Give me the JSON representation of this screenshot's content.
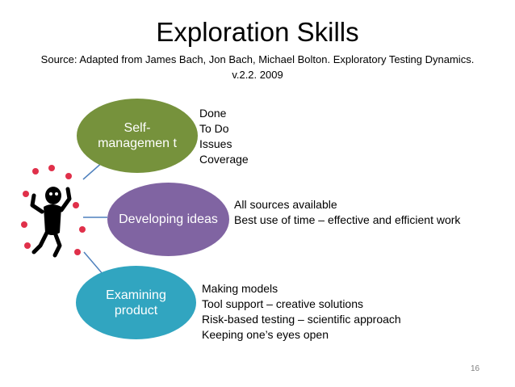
{
  "title": "Exploration Skills",
  "source": "Source: Adapted from James Bach, Jon Bach, Michael Bolton. Exploratory Testing Dynamics. v.2.2. 2009",
  "skills": [
    {
      "label": "Self-managemen t",
      "color": "#76923c",
      "notes": [
        "Done",
        "To Do",
        "Issues",
        "Coverage"
      ]
    },
    {
      "label": "Developing ideas",
      "color": "#8064a2",
      "notes": [
        "All sources available",
        "Best use of time – effective and efficient work"
      ]
    },
    {
      "label": "Examining product",
      "color": "#31a5c0",
      "notes": [
        "Making models",
        "Tool support – creative solutions",
        "Risk-based testing – scientific approach",
        "Keeping one’s eyes open"
      ]
    }
  ],
  "page_number": "16",
  "icons": {
    "juggler": "juggler-figure-icon"
  },
  "colors": {
    "connector": "#4f81bd",
    "ball": "#e0304a"
  }
}
